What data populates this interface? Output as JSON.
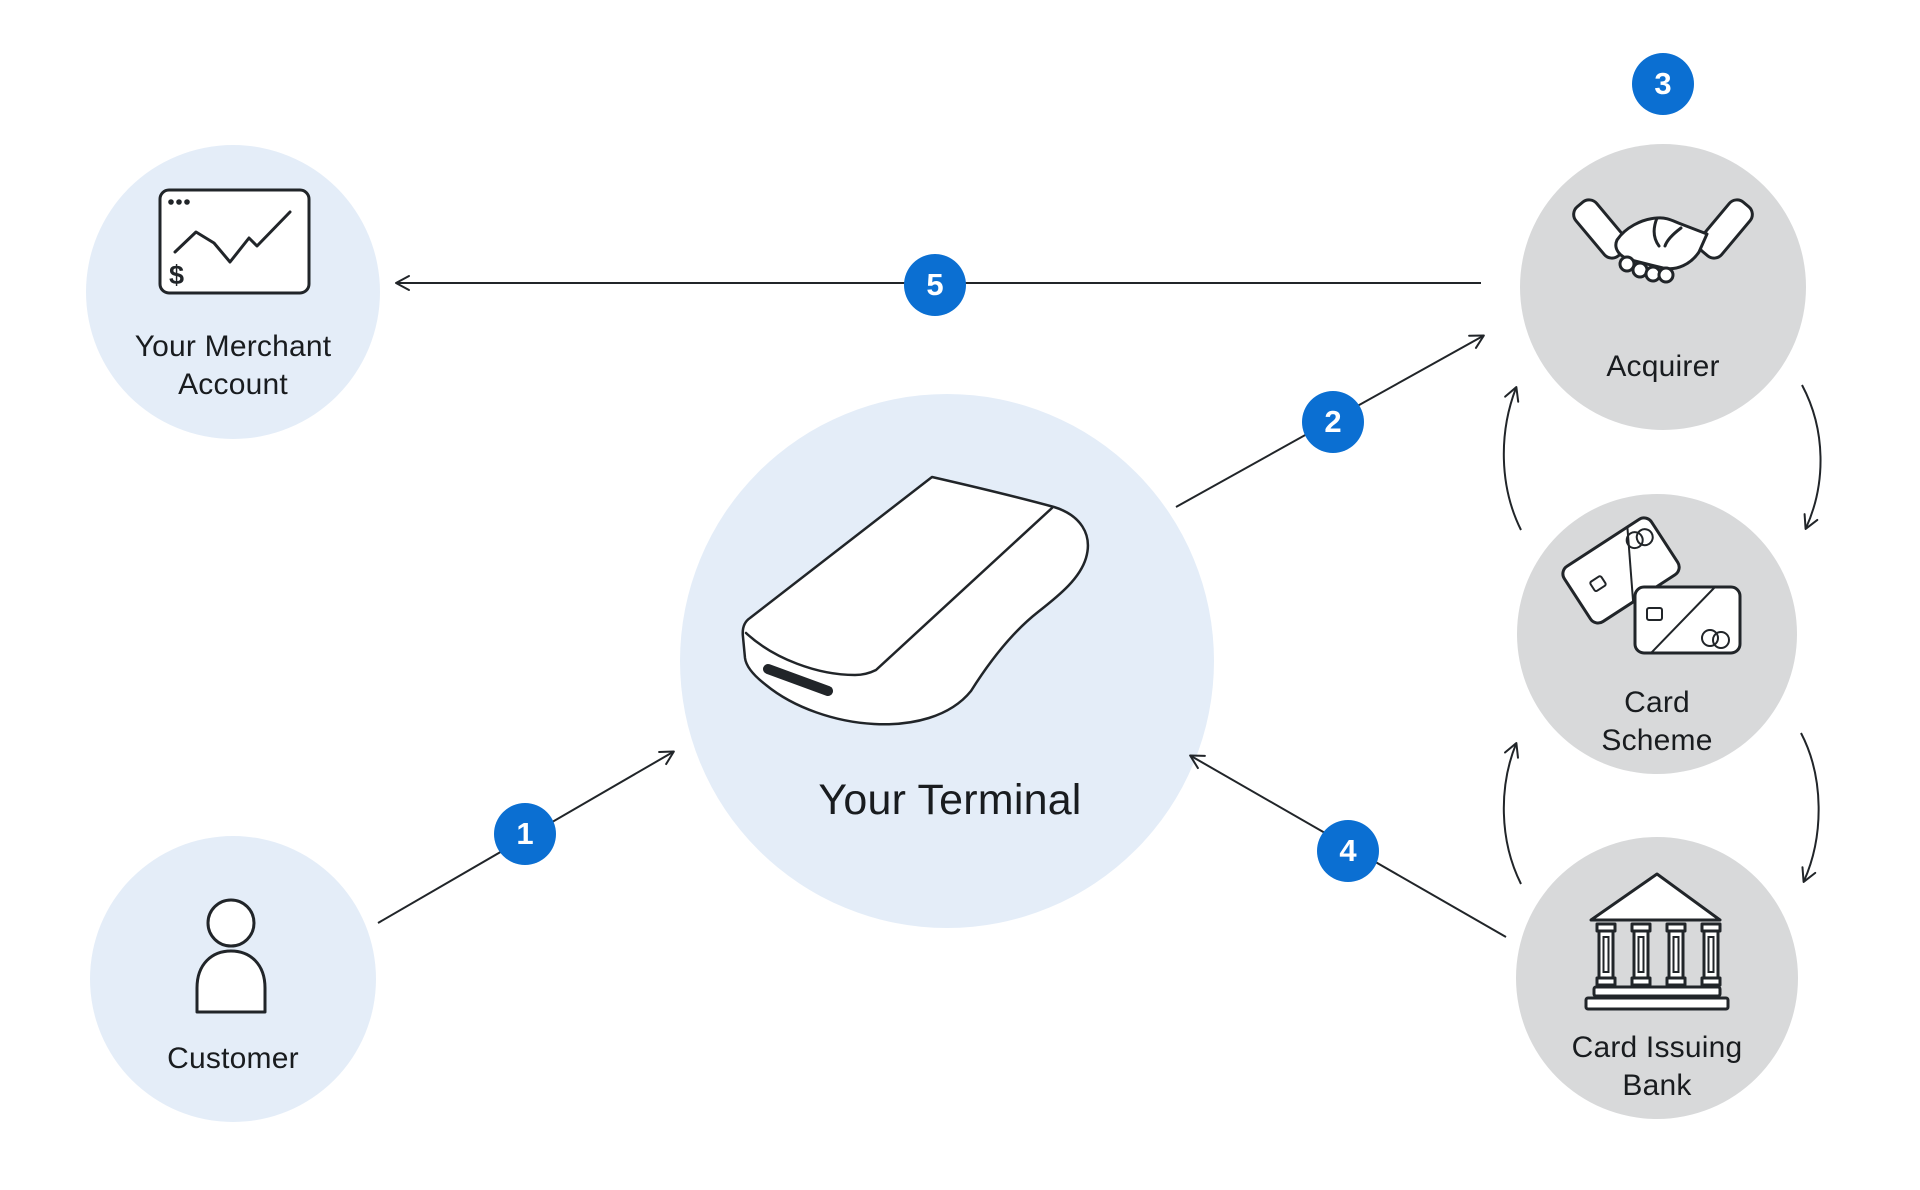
{
  "diagram": {
    "background": "#ffffff",
    "colors": {
      "accent_blue": "#0b6fd2",
      "node_light_blue": "#e4edf8",
      "node_gray": "#d8d9da",
      "line_stroke": "#212529",
      "text_color": "#191c1f"
    },
    "nodes": [
      {
        "id": "merchant-account",
        "label": "Your Merchant Account",
        "icon": "merchant-dashboard-icon"
      },
      {
        "id": "customer",
        "label": "Customer",
        "icon": "person-icon"
      },
      {
        "id": "terminal",
        "label": "Your Terminal",
        "icon": "card-terminal-icon"
      },
      {
        "id": "acquirer",
        "label": "Acquirer",
        "icon": "handshake-icon"
      },
      {
        "id": "card-scheme",
        "label": "Card Scheme",
        "icon": "payment-cards-icon"
      },
      {
        "id": "card-issuing-bank",
        "label": "Card Issuing Bank",
        "icon": "bank-icon"
      }
    ],
    "steps": [
      {
        "number": "1",
        "from": "customer",
        "to": "terminal"
      },
      {
        "number": "2",
        "from": "terminal",
        "to": "acquirer"
      },
      {
        "number": "3",
        "location": "above-acquirer"
      },
      {
        "number": "4",
        "from": "card-issuing-bank",
        "to": "terminal"
      },
      {
        "number": "5",
        "from": "acquirer",
        "to": "merchant-account"
      }
    ],
    "icon_text": {
      "merchant_dollar": "$"
    }
  }
}
